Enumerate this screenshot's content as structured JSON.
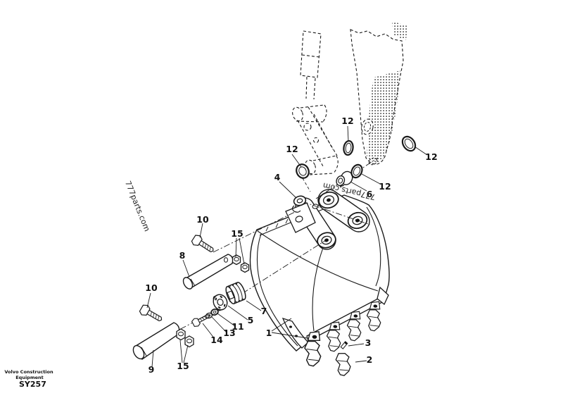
{
  "diagram": {
    "type": "exploded-parts-diagram",
    "subject": "excavator bucket assembly"
  },
  "watermarks": {
    "left": "777parts.com",
    "center": "777parts.com"
  },
  "footer": {
    "brand_line1": "Volvo Construction",
    "brand_line2": "Equipment",
    "code": "SY257"
  },
  "colors": {
    "line": "#1a1a1a",
    "background": "#ffffff"
  },
  "labels": [
    {
      "text": "12"
    },
    {
      "text": "12"
    },
    {
      "text": "12"
    },
    {
      "text": "12"
    },
    {
      "text": "4"
    },
    {
      "text": "6"
    },
    {
      "text": "10"
    },
    {
      "text": "15"
    },
    {
      "text": "8"
    },
    {
      "text": "10"
    },
    {
      "text": "7"
    },
    {
      "text": "5"
    },
    {
      "text": "11"
    },
    {
      "text": "13"
    },
    {
      "text": "14"
    },
    {
      "text": "9"
    },
    {
      "text": "15"
    },
    {
      "text": "1"
    },
    {
      "text": "3"
    },
    {
      "text": "2"
    }
  ]
}
